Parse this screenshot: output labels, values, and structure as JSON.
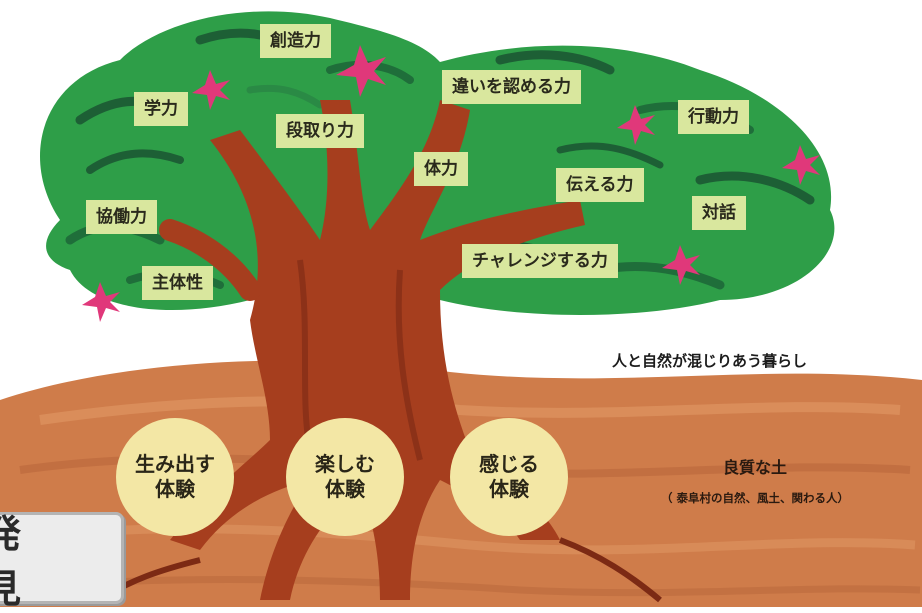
{
  "colors": {
    "canopy": "#2e9e48",
    "canopy_dark": "#1f6e3a",
    "leaf_stroke": "#1d5f35",
    "trunk": "#a63e1e",
    "trunk_dark": "#7c2a14",
    "soil": "#cf7c4a",
    "soil_light": "#e19a66",
    "flower": "#e0387a",
    "label_bg": "#d9e79e",
    "circle_bg": "#f3e7a5"
  },
  "tree_labels": {
    "souzouryoku": "創造力",
    "gakuryoku": "学力",
    "dandoriryoku": "段取り力",
    "chigai": "違いを認める力",
    "koudouryoku": "行動力",
    "tairyoku": "体力",
    "tsutaeru": "伝える力",
    "taiwa": "対話",
    "kyoudou": "協働力",
    "challenge": "チャレンジする力",
    "shutaisei": "主体性"
  },
  "caption": "人と自然が混じりあう暮らし",
  "experiences": [
    {
      "line1": "生み出す",
      "line2": "体験"
    },
    {
      "line1": "楽しむ",
      "line2": "体験"
    },
    {
      "line1": "感じる",
      "line2": "体験"
    }
  ],
  "soil": {
    "title": "良質な土",
    "subtitle": "（ 泰阜村の自然、風土、関わる人）"
  },
  "discover_label": "発 見"
}
